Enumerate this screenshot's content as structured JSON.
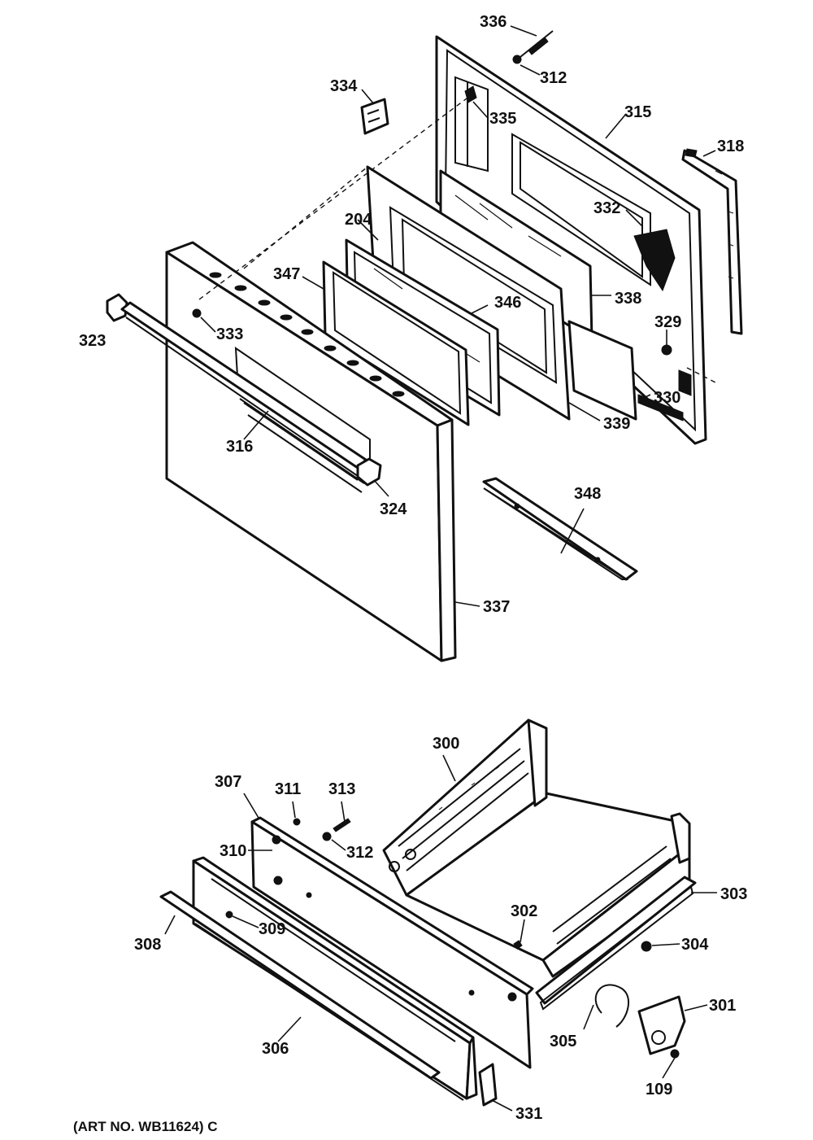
{
  "callouts": {
    "c336": "336",
    "c312a": "312",
    "c334": "334",
    "c335": "335",
    "c315": "315",
    "c318": "318",
    "c332": "332",
    "c204": "204",
    "c347": "347",
    "c346": "346",
    "c338": "338",
    "c323": "323",
    "c333": "333",
    "c329": "329",
    "c330": "330",
    "c339": "339",
    "c316": "316",
    "c324": "324",
    "c348": "348",
    "c337": "337",
    "c300": "300",
    "c307": "307",
    "c311": "311",
    "c313": "313",
    "c310": "310",
    "c312b": "312",
    "c303": "303",
    "c302": "302",
    "c308": "308",
    "c309": "309",
    "c304": "304",
    "c301": "301",
    "c305": "305",
    "c306": "306",
    "c109": "109",
    "c331": "331"
  },
  "caption": "(ART NO. WB11624) C"
}
